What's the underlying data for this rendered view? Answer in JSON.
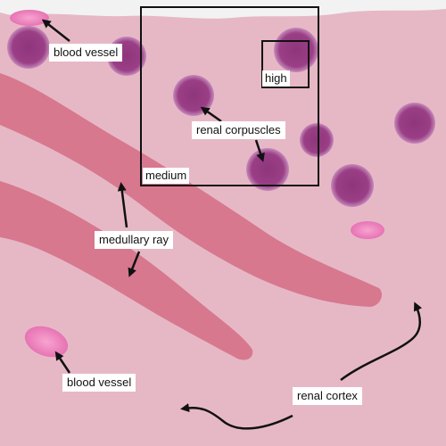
{
  "colors": {
    "tissue": "#e6b8c6",
    "tissue_edge": "#f2f2f2",
    "ray": "#d7788f",
    "corpuscle": "#9a3f86",
    "corpuscle_halo": "#b77ab0",
    "vessel": "#f08ac2",
    "frame": "#111111",
    "arrow": "#111111",
    "label_bg": "#ffffff"
  },
  "labels": {
    "blood_vessel_top": "blood vessel",
    "blood_vessel_bottom": "blood vessel",
    "renal_corpuscles": "renal corpuscles",
    "medullary_ray": "medullary ray",
    "renal_cortex": "renal cortex",
    "medium": "medium",
    "high": "high"
  }
}
